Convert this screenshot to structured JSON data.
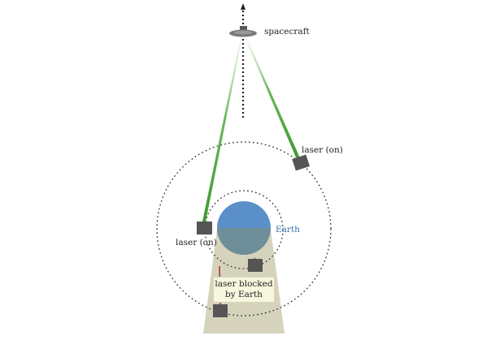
{
  "labels": {
    "spacecraft": "spacecraft",
    "laser_on_right": "laser (on)",
    "laser_on_left": "laser (on)",
    "earth": "Earth",
    "blocked_line1": "laser blocked",
    "blocked_line2": "by Earth"
  },
  "colors": {
    "earth_day": "#5b8fc9",
    "earth_night": "#6e8f99",
    "shadow_cone": "#d6d3bd",
    "laser_beam": "#3f9a32",
    "blocked_beam": "#a84b4b",
    "station": "#555555",
    "orbit_line": "#333333",
    "earth_label": "#3b6ea8"
  },
  "icons": {
    "spacecraft": "spacecraft-icon",
    "station": "laser-station-icon",
    "direction": "arrow-up-icon"
  }
}
